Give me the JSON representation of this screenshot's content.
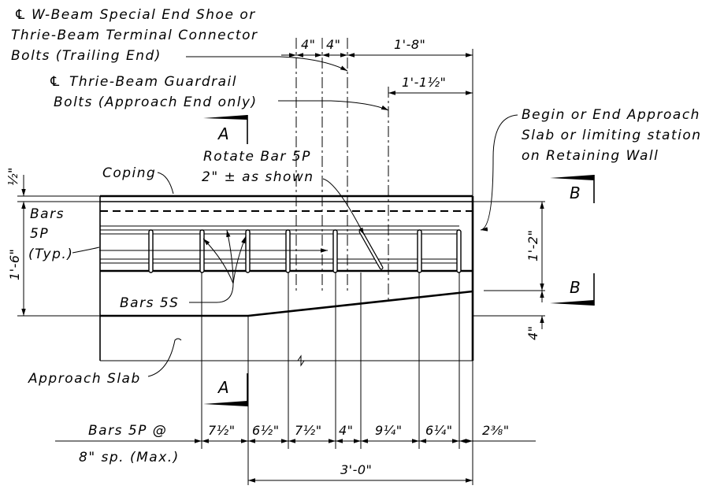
{
  "notes": {
    "wbeam": [
      "W-Beam Special End Shoe or",
      "Thrie-Beam Terminal Connector",
      "Bolts (Trailing End)"
    ],
    "thrie": [
      "Thrie-Beam Guardrail",
      "Bolts (Approach End only)"
    ],
    "begin": [
      "Begin or End Approach",
      "Slab or limiting station",
      "on Retaining Wall"
    ],
    "rotate": [
      "Rotate Bar 5P",
      "2\" ± as shown"
    ],
    "coping": "Coping",
    "bars5p": [
      "Bars",
      "5P",
      "(Typ.)"
    ],
    "bars5s": "Bars 5S",
    "approach_slab": "Approach Slab",
    "spacing": [
      "Bars 5P @",
      "8\" sp. (Max.)"
    ]
  },
  "centerline_symbol": "℄",
  "sections": {
    "a": "A",
    "b": "B"
  },
  "dims": {
    "top": [
      "4\"",
      "4\"",
      "1'-8\""
    ],
    "mid": "1'-1½\"",
    "left_half": "½\"",
    "left_height": "1'-6\"",
    "right_height": "1'-2\"",
    "right_bottom": "4\"",
    "bottom": [
      "7½\"",
      "6½\"",
      "7½\"",
      "4\"",
      "9¼\"",
      "6¼\"",
      "2⅜\""
    ],
    "total": "3'-0\""
  }
}
